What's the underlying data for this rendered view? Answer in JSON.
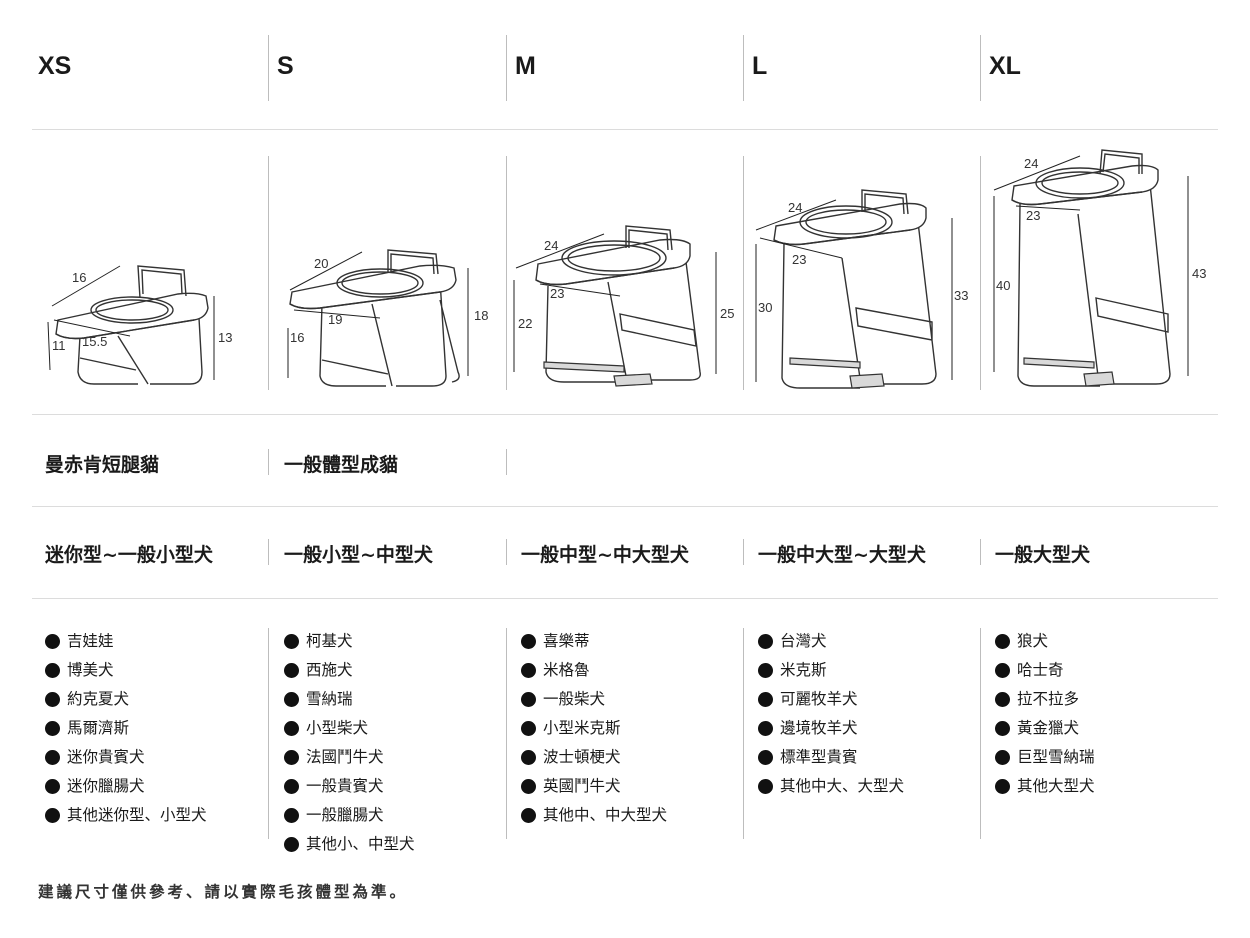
{
  "sizes": [
    {
      "label": "XS",
      "dims": {
        "top": "16",
        "inner": "15.5",
        "left_h": "11",
        "right_h": "13"
      },
      "cat": "曼赤肯短腿貓",
      "dog": "迷你型~一般小型犬",
      "breeds": [
        "吉娃娃",
        "博美犬",
        "約克夏犬",
        "馬爾濟斯",
        "迷你貴賓犬",
        "迷你臘腸犬",
        "其他迷你型、小型犬"
      ]
    },
    {
      "label": "S",
      "dims": {
        "top": "20",
        "inner": "19",
        "left_h": "16",
        "right_h": "18"
      },
      "cat": "一般體型成貓",
      "dog": "一般小型~中型犬",
      "breeds": [
        "柯基犬",
        "西施犬",
        "雪納瑞",
        "小型柴犬",
        "法國鬥牛犬",
        "一般貴賓犬",
        "一般臘腸犬",
        "其他小、中型犬"
      ]
    },
    {
      "label": "M",
      "dims": {
        "top": "24",
        "inner": "23",
        "left_h": "22",
        "right_h": "25"
      },
      "cat": "",
      "dog": "一般中型~中大型犬",
      "breeds": [
        "喜樂蒂",
        "米格魯",
        "一般柴犬",
        "小型米克斯",
        "波士頓梗犬",
        "英國鬥牛犬",
        "其他中、中大型犬"
      ]
    },
    {
      "label": "L",
      "dims": {
        "top": "24",
        "inner": "23",
        "left_h": "30",
        "right_h": "33"
      },
      "cat": "",
      "dog": "一般中大型~大型犬",
      "breeds": [
        "台灣犬",
        "米克斯",
        "可麗牧羊犬",
        "邊境牧羊犬",
        "標準型貴賓",
        "其他中大、大型犬"
      ]
    },
    {
      "label": "XL",
      "dims": {
        "top": "24",
        "inner": "23",
        "left_h": "40",
        "right_h": "43"
      },
      "cat": "",
      "dog": "一般大型犬",
      "breeds": [
        "狼犬",
        "哈士奇",
        "拉不拉多",
        "黃金獵犬",
        "巨型雪納瑞",
        "其他大型犬"
      ]
    }
  ],
  "footnote": "建議尺寸僅供參考、請以實際毛孩體型為準。"
}
